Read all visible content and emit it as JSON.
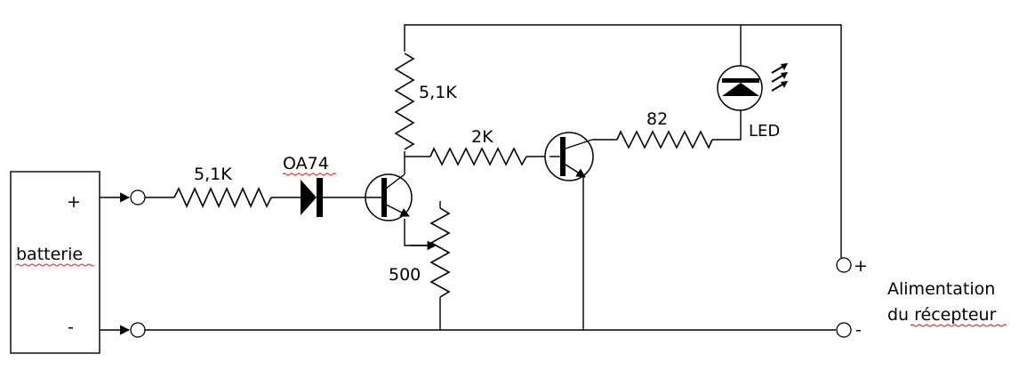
{
  "battery": {
    "label": "batterie",
    "plus": "+",
    "minus": "-"
  },
  "components": {
    "r_input": "5,1K",
    "diode": "OA74",
    "r_top": "5,1K",
    "r_mid": "2K",
    "r_pot": "500",
    "r_led": "82",
    "led": "LED"
  },
  "output": {
    "plus": "+",
    "minus": "-",
    "line1": "Alimentation",
    "line2": "du récepteur"
  },
  "colors": {
    "ink": "#000000",
    "spellcheck_underline": "#e03030"
  }
}
